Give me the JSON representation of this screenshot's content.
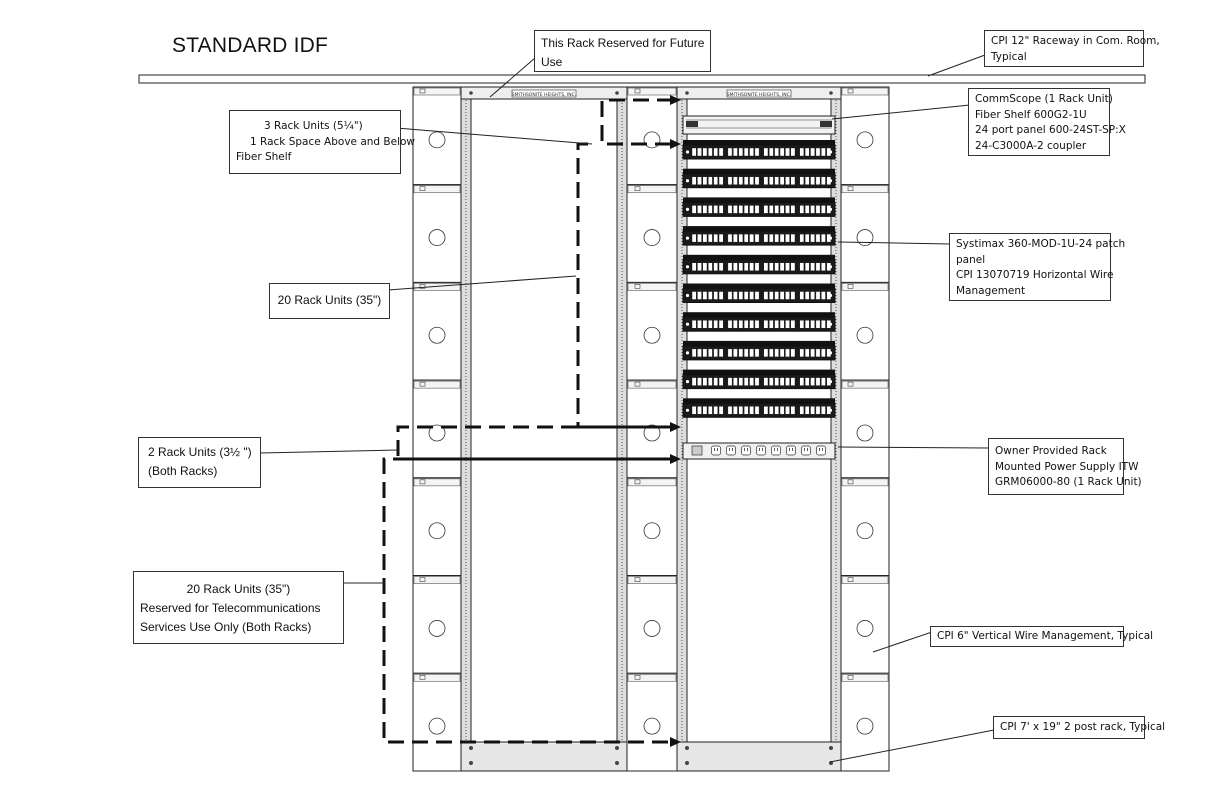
{
  "title": "STANDARD IDF",
  "callouts": {
    "future_rack": [
      "This Rack Reserved for Future",
      "Use"
    ],
    "raceway": [
      "CPI 12\" Raceway in Com. Room,",
      "Typical"
    ],
    "commscope": [
      "CommScope (1 Rack Unit)",
      "Fiber Shelf 600G2-1U",
      "24 port panel 600-24ST-SP:X",
      "24-C3000A-2 coupler"
    ],
    "rack_units_3": [
      "3 Rack Units (5¼\")",
      "1 Rack Space Above and Below",
      "Fiber Shelf"
    ],
    "systimax": [
      "Systimax 360-MOD-1U-24 patch",
      "panel",
      "CPI 13070719 Horizontal Wire",
      "Management"
    ],
    "rack_units_20": [
      "20 Rack Units (35\")"
    ],
    "rack_units_2": [
      "2 Rack Units (3½ \")",
      " (Both Racks)"
    ],
    "power_supply": [
      "Owner Provided Rack",
      "Mounted Power Supply ITW",
      "GRM06000-80 (1 Rack Unit)"
    ],
    "telecom_reserved": [
      "20 Rack Units (35\")",
      "Reserved for Telecommunications",
      "Services Use Only (Both Racks)"
    ],
    "vertical_wire": [
      "CPI 6\" Vertical Wire Management, Typical"
    ],
    "post_rack": [
      "CPI 7' x 19\" 2 post rack, Typical"
    ]
  },
  "rack_label": "SMITHSONITE HEIGHTS, INC.",
  "patch_panel_count": 10,
  "ports_per_panel": 24,
  "power_outlet_count": 8
}
